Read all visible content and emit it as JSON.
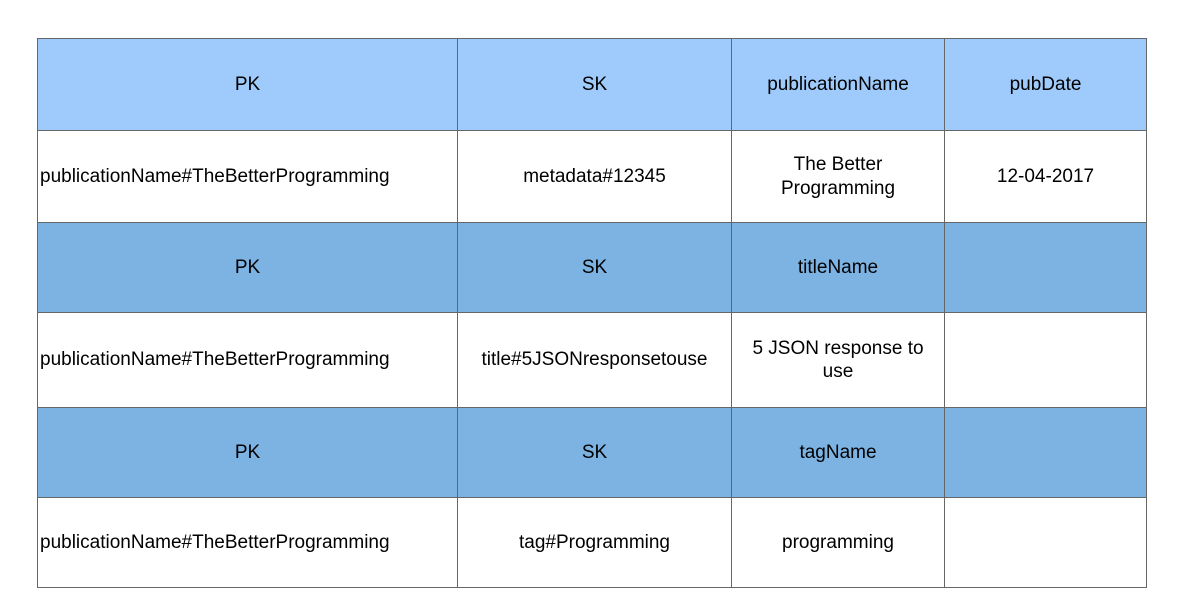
{
  "table": {
    "columns": 4,
    "colors": {
      "header_primary": "#9fcbfc",
      "header_secondary": "#7cb3e3",
      "cell_background": "#ffffff",
      "border": "#666666",
      "text": "#000000"
    },
    "blocks": [
      {
        "name": "publication-metadata-item",
        "header": [
          "PK",
          "SK",
          "publicationName",
          "pubDate"
        ],
        "values": [
          "publicationName#TheBetterProgramming",
          "metadata#12345",
          "The Better Programming",
          "12-04-2017"
        ]
      },
      {
        "name": "title-item",
        "header": [
          "PK",
          "SK",
          "titleName",
          ""
        ],
        "values": [
          "publicationName#TheBetterProgramming",
          "title#5JSONresponsetouse",
          "5 JSON response to use",
          ""
        ]
      },
      {
        "name": "tag-item",
        "header": [
          "PK",
          "SK",
          "tagName",
          ""
        ],
        "values": [
          "publicationName#TheBetterProgramming",
          "tag#Programming",
          "programming",
          ""
        ]
      }
    ]
  }
}
